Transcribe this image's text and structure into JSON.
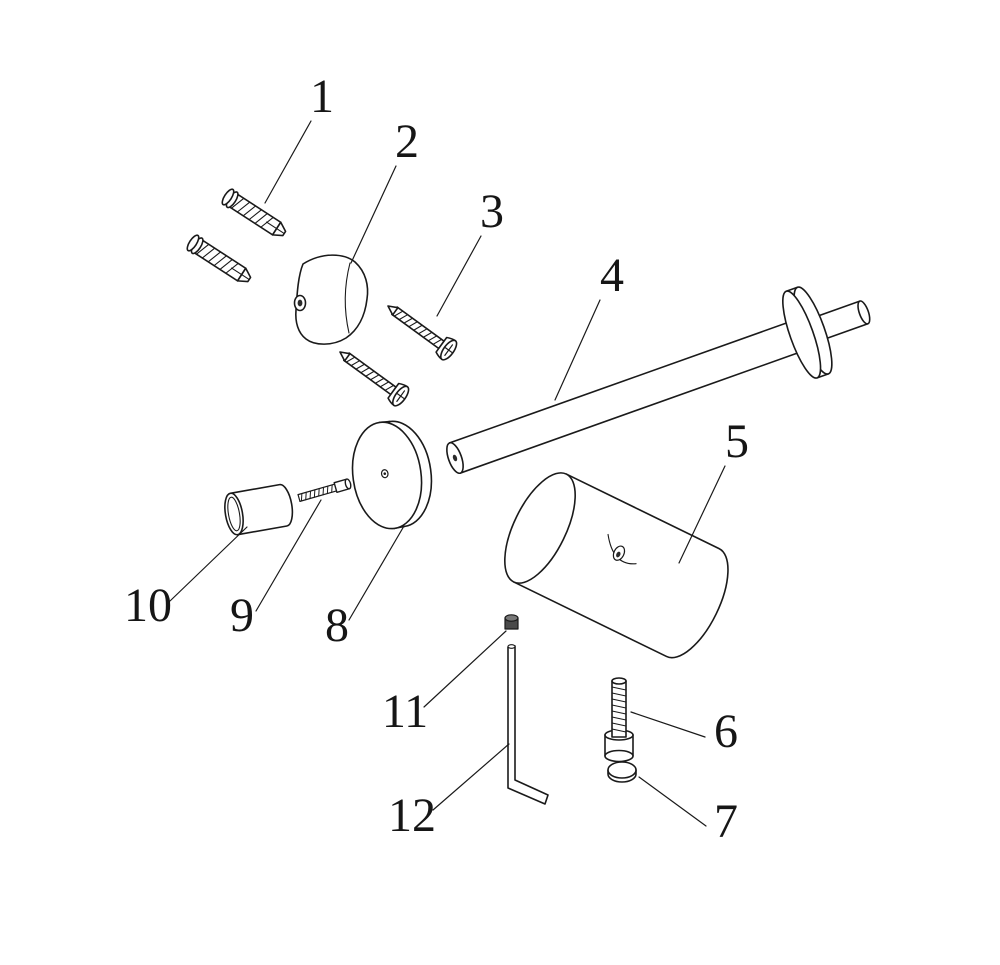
{
  "diagram": {
    "type": "exploded-assembly-diagram",
    "background": "#ffffff",
    "line_color": "#1a1a1a",
    "callouts": [
      {
        "label": "1",
        "part": "wall-anchors"
      },
      {
        "label": "2",
        "part": "wall-bracket"
      },
      {
        "label": "3",
        "part": "mounting-screws"
      },
      {
        "label": "4",
        "part": "bar-rod-with-flange"
      },
      {
        "label": "5",
        "part": "holder-cylinder"
      },
      {
        "label": "6",
        "part": "fixing-screw"
      },
      {
        "label": "7",
        "part": "cover-cap"
      },
      {
        "label": "8",
        "part": "mounting-disc"
      },
      {
        "label": "9",
        "part": "threaded-stud"
      },
      {
        "label": "10",
        "part": "end-cap-cylinder"
      },
      {
        "label": "11",
        "part": "set-screw"
      },
      {
        "label": "12",
        "part": "hex-wrench"
      }
    ]
  }
}
